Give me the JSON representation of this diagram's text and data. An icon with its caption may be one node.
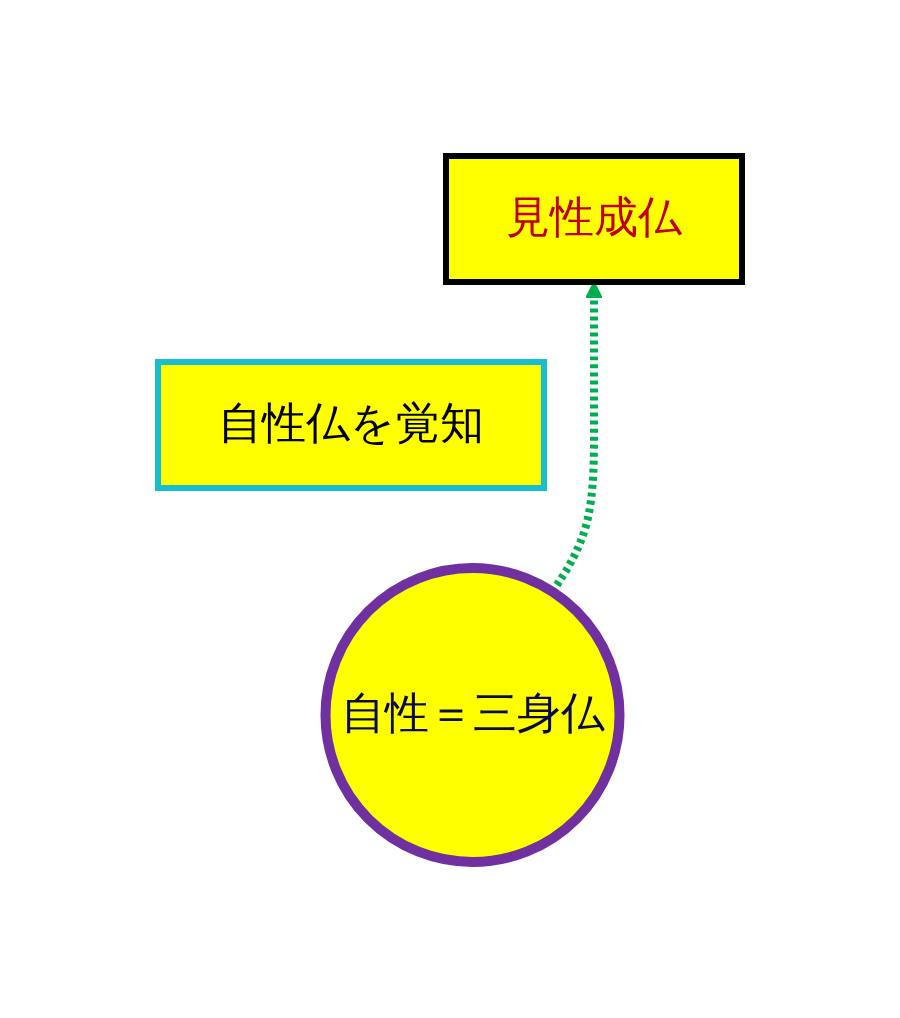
{
  "diagram": {
    "nodes": [
      {
        "text": [
          "見性成仏"
        ]
      },
      {
        "text": [
          "自性＝三身仏"
        ]
      },
      {
        "text": [
          "自性仏を覚知"
        ]
      }
    ],
    "edges": [
      {
        "from": 1,
        "to": 0,
        "arrow": "to",
        "style": "dashed",
        "color": "#00b050"
      }
    ]
  }
}
